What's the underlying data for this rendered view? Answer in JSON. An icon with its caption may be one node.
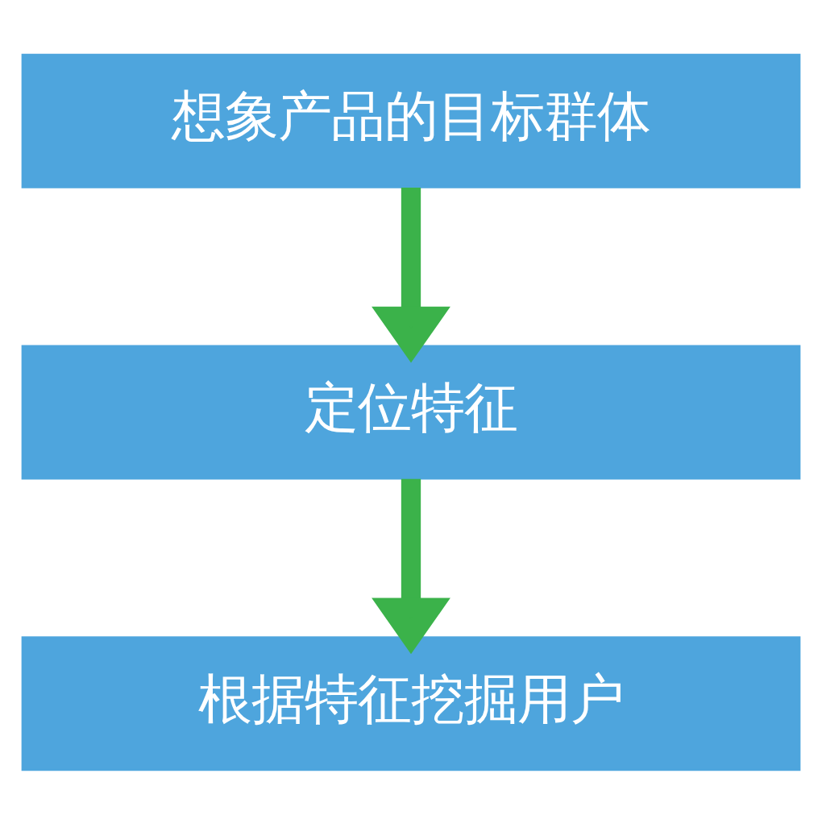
{
  "diagram": {
    "nodes": [
      {
        "text": [
          "想象产品的目标群体"
        ]
      },
      {
        "text": [
          "定位特征"
        ]
      },
      {
        "text": [
          "根据特征挖掘用户"
        ]
      }
    ],
    "edges": [
      {
        "from": 0,
        "to": 1,
        "arrow": "to"
      },
      {
        "from": 1,
        "to": 2,
        "arrow": "to"
      }
    ]
  }
}
